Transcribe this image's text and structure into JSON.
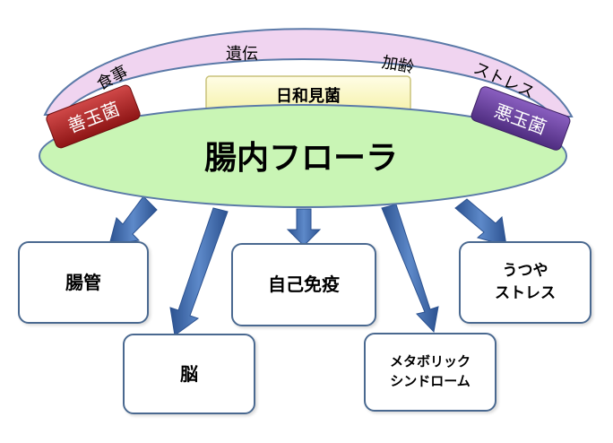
{
  "factors": [
    "食事",
    "遺伝",
    "加齢",
    "ストレス"
  ],
  "center": {
    "label": "腸内フローラ"
  },
  "bacteria": {
    "good": "善玉菌",
    "neutral": "日和見菌",
    "bad": "悪玉菌"
  },
  "outcomes": {
    "intestine": "腸管",
    "brain": "脳",
    "autoimmunity": "自己免疫",
    "metabolic": [
      "メタボリック",
      "シンドローム"
    ],
    "depression": [
      "うつや",
      "ストレス"
    ]
  },
  "colors": {
    "arc_fill": "#f0d4f0",
    "arc_stroke": "#5b7aa8",
    "flora_fill": "#c9f5b5",
    "good_bacteria": "#b22424",
    "neutral_bacteria": "#fbf9c2",
    "bad_bacteria": "#6a3f9e",
    "arrow": "#4673b7",
    "box_border": "#4a6990"
  }
}
